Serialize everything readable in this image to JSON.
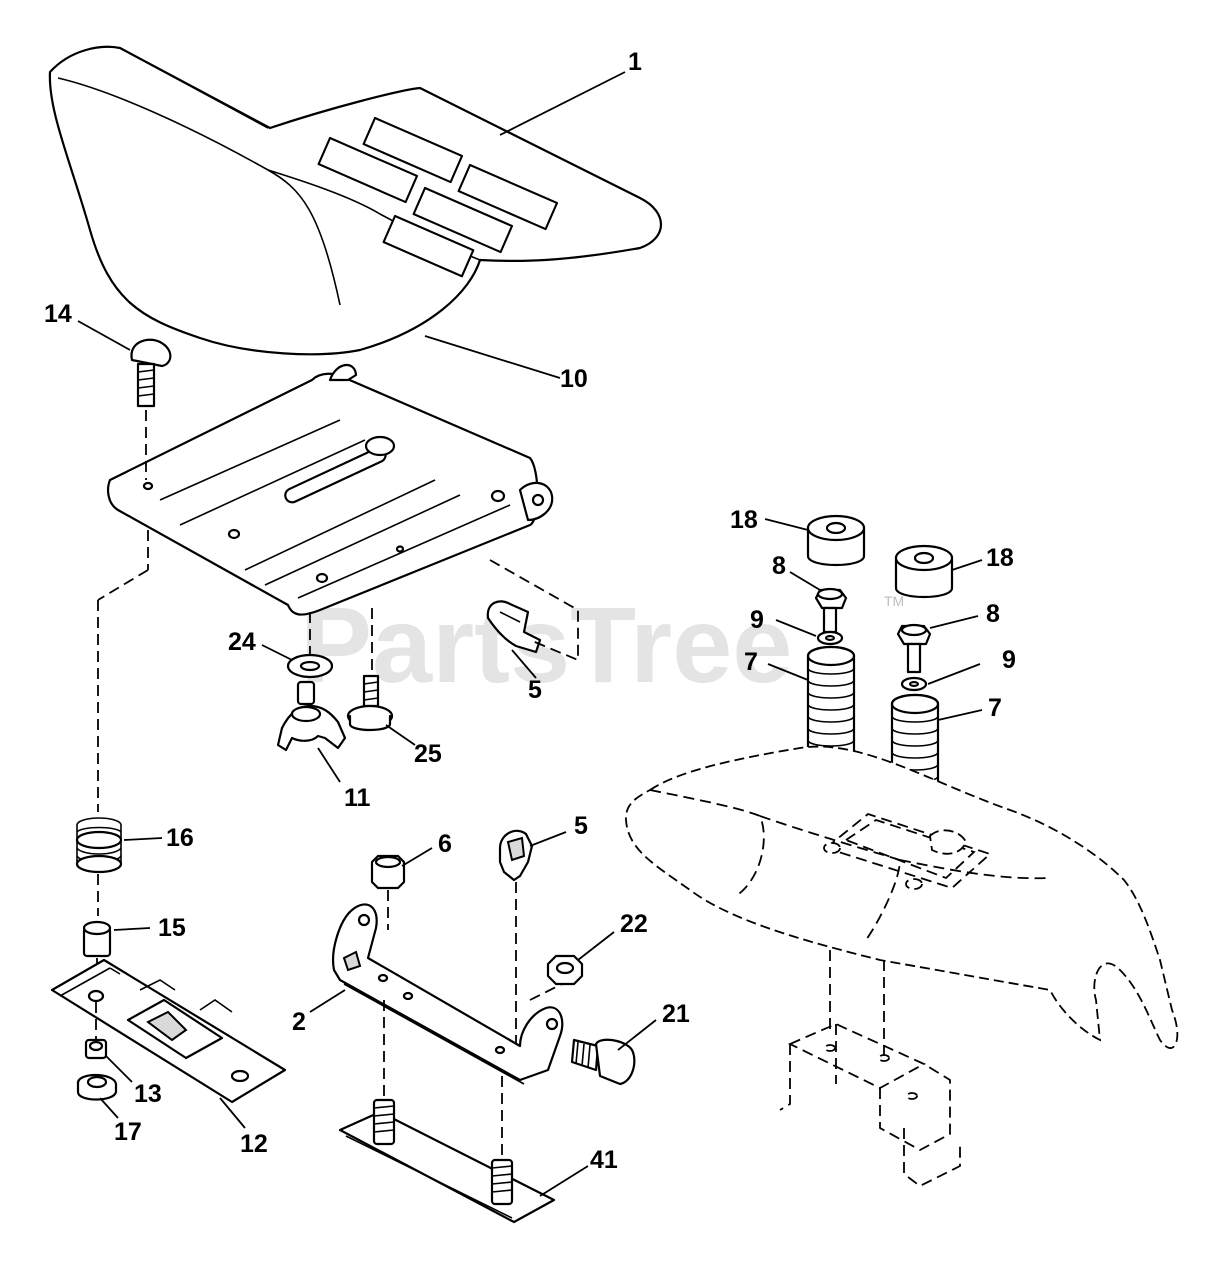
{
  "watermark": {
    "text": "PartsTree",
    "tm": "TM"
  },
  "callouts": {
    "c1": "1",
    "c14": "14",
    "c10": "10",
    "c24": "24",
    "c5a": "5",
    "c25": "25",
    "c11": "11",
    "c16": "16",
    "c15": "15",
    "c13": "13",
    "c17": "17",
    "c12": "12",
    "c6": "6",
    "c5b": "5",
    "c2": "2",
    "c22": "22",
    "c21": "21",
    "c41": "41",
    "c18a": "18",
    "c18b": "18",
    "c8a": "8",
    "c8b": "8",
    "c9a": "9",
    "c9b": "9",
    "c7a": "7",
    "c7b": "7"
  }
}
